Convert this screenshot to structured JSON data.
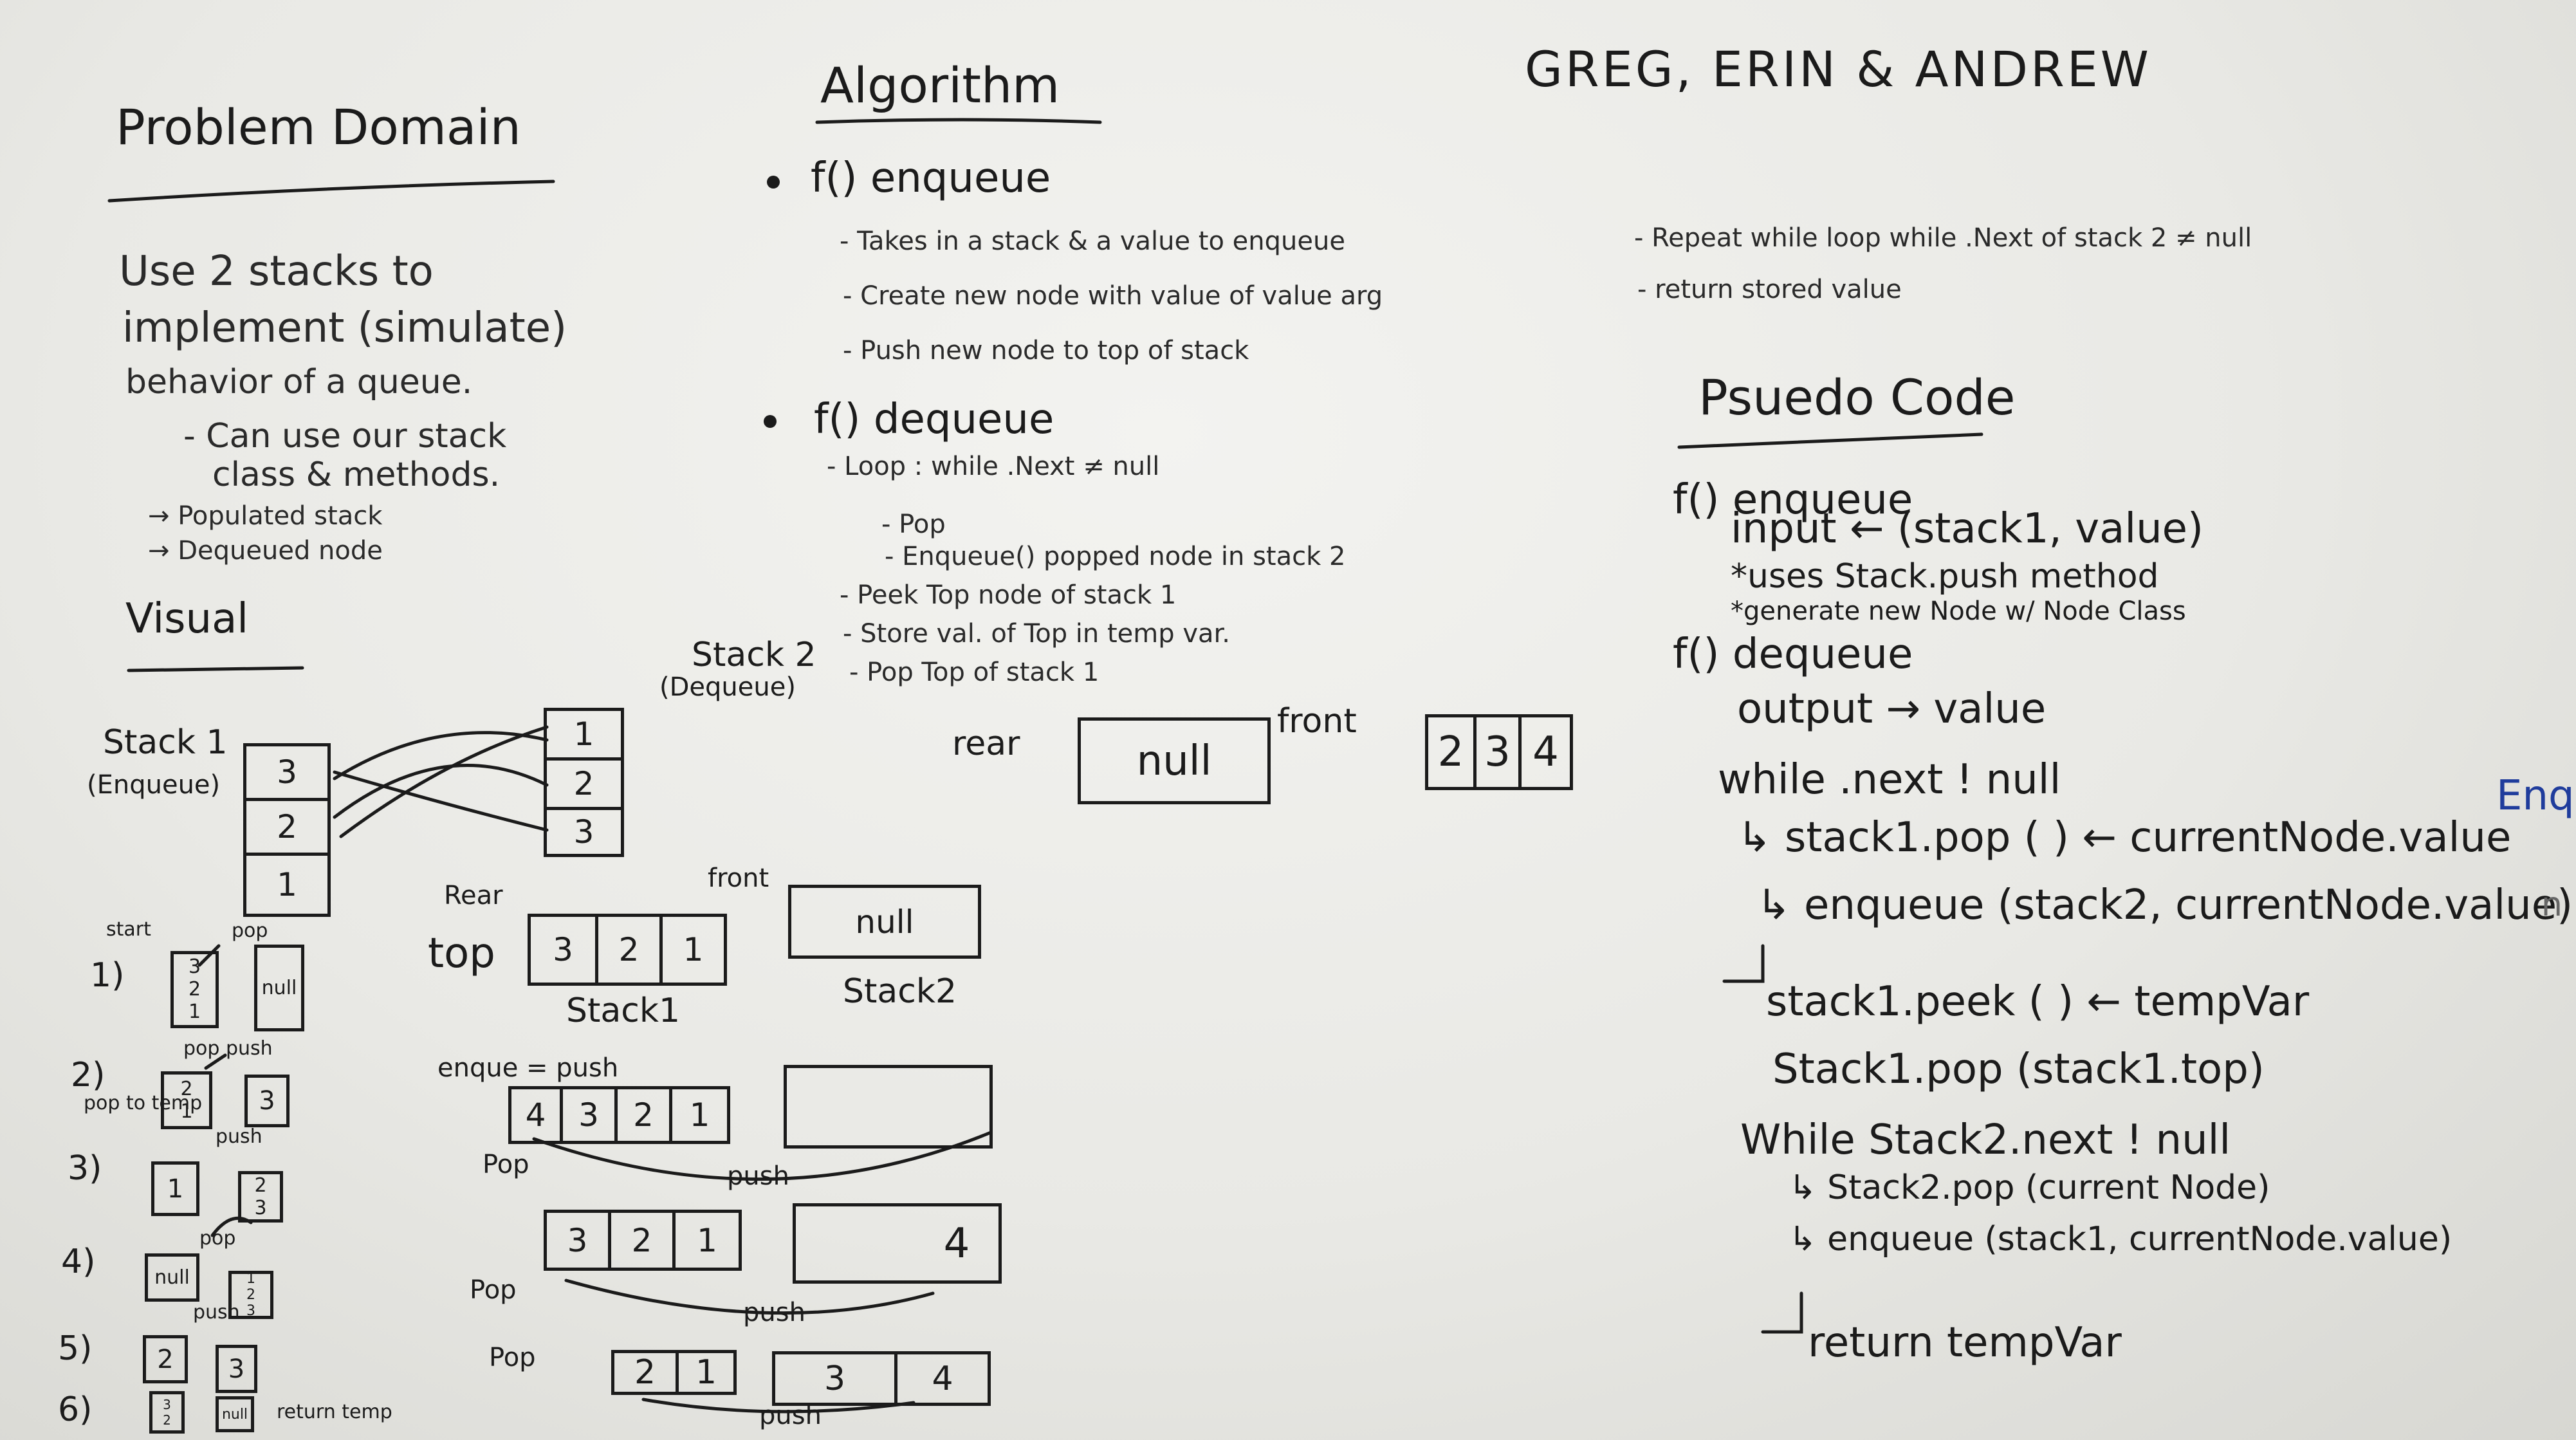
{
  "problem_domain": {
    "heading": "Problem Domain",
    "lines": [
      "Use 2 stacks to",
      "implement (simulate)",
      "behavior of a queue.",
      "- Can use our stack",
      "class & methods.",
      "→ Populated stack",
      "→ Dequeued node"
    ]
  },
  "visual": {
    "heading": "Visual",
    "stack1_label": "Stack 1",
    "stack1_sub": "(Enqueue)",
    "stack1_cells": [
      "3",
      "2",
      "1"
    ],
    "stack2_cells": [
      "1",
      "2",
      "3"
    ],
    "stack2_label": "Stack 2",
    "stack2_sub": "(Dequeue)",
    "steps": [
      {
        "num": "1)",
        "note": "start",
        "cells_a": [
          "3",
          "2",
          "1"
        ],
        "cells_b": [
          "null"
        ],
        "tag": "pop"
      },
      {
        "num": "2)",
        "note": "pop to temp",
        "cells_a": [
          "2",
          "1"
        ],
        "cells_b": [
          "3"
        ],
        "tag": "pop push"
      },
      {
        "num": "3)",
        "note": "",
        "cells_a": [
          "1"
        ],
        "cells_b": [
          "2",
          "3"
        ],
        "tag": "push"
      },
      {
        "num": "4)",
        "note": "",
        "cells_a": [
          "null"
        ],
        "cells_b": [
          "1",
          "2",
          "3"
        ],
        "tag": "pop"
      },
      {
        "num": "5)",
        "note": "",
        "cells_a": [
          "2"
        ],
        "cells_b": [
          "3"
        ],
        "tag": "push"
      },
      {
        "num": "6)",
        "note": "return temp",
        "cells_a": [
          "3",
          "2"
        ],
        "cells_b": [
          "null"
        ],
        "tag": ""
      }
    ],
    "rear_label": "Rear",
    "front_label": "front",
    "top_label": "top",
    "row1": {
      "left": [
        "3",
        "2",
        "1"
      ],
      "right": [
        "null"
      ],
      "left_caption": "Stack1",
      "right_caption": "Stack2"
    },
    "row2": {
      "label": "enque = push",
      "left": [
        "4",
        "3",
        "2",
        "1"
      ],
      "right": [],
      "arrow_label": "push"
    },
    "row3": {
      "label": "Pop",
      "left": [
        "3",
        "2",
        "1"
      ],
      "right": [
        "4"
      ],
      "arrow_label": "push"
    },
    "row4": {
      "label": "Pop",
      "left": [
        "2",
        "1"
      ],
      "right": [
        "3",
        "4"
      ],
      "arrow_label": "push"
    },
    "pop_label": "Pop"
  },
  "algorithm": {
    "heading": "Algorithm",
    "enqueue_title": "f() enqueue",
    "enqueue_lines": [
      "- Takes in a stack & a value to enqueue",
      "- Create new node with value of value arg",
      "- Push new node to top of stack"
    ],
    "dequeue_title": "f() dequeue",
    "dequeue_lines": [
      "- Loop : while .Next ≠ null",
      "- Pop",
      "- Enqueue() popped node in stack 2",
      "- Peek Top node of stack 1",
      "- Store val. of Top in temp var.",
      "- Pop Top of stack 1"
    ],
    "rear": "rear",
    "front": "front",
    "null_box": "null",
    "queue_cells": [
      "2",
      "3",
      "4"
    ]
  },
  "authors": "GREG, ERIN & ANDREW",
  "notes": [
    "- Repeat while loop while .Next of stack 2 ≠ null",
    "- return stored value"
  ],
  "pseudo": {
    "heading": "Psuedo Code",
    "lines": [
      "f() enqueue",
      "input ← (stack1, value)",
      "*uses Stack.push method",
      "*generate new Node w/ Node Class",
      "f() dequeue",
      "output → value",
      "while .next ! null",
      "↳ stack1.pop ( ) ← currentNode.value",
      "↳ enqueue (stack2, currentNode.value)",
      "stack1.peek ( ) ← tempVar",
      "Stack1.pop (stack1.top)",
      "While Stack2.next ! null",
      "↳ Stack2.pop (current Node)",
      "↳ enqueue (stack1, currentNode.value)",
      "return tempVar"
    ]
  },
  "edge_text": [
    "Enqu",
    "n"
  ]
}
